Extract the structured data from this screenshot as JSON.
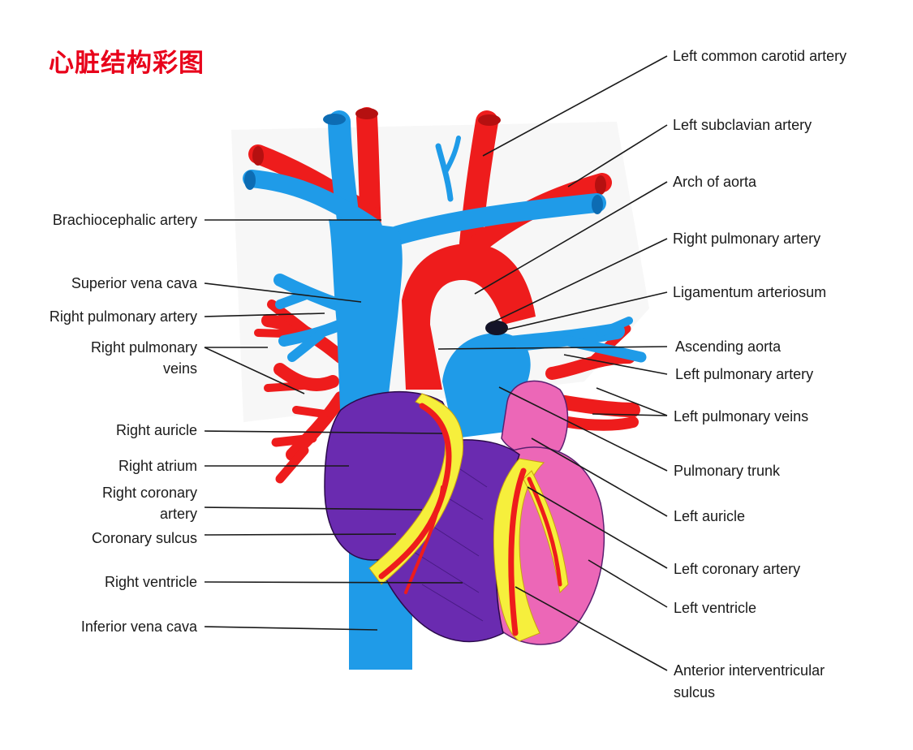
{
  "title": "心脏结构彩图",
  "colors": {
    "artery": "#ee1c1c",
    "vein": "#1f9be8",
    "ventricle_right": "#6a2bb0",
    "atrium": "#6a2bb0",
    "left_ventricle": "#ec67b7",
    "fat": "#f6ef3c",
    "leader": "#1a1a1a"
  },
  "labels_left": {
    "brachiocephalic_artery": "Brachiocephalic artery",
    "superior_vena_cava": "Superior vena cava",
    "right_pulmonary_artery": "Right pulmonary artery",
    "right_pulmonary_veins_1": "Right pulmonary",
    "right_pulmonary_veins_2": "veins",
    "right_auricle": "Right auricle",
    "right_atrium": "Right atrium",
    "right_coronary_artery_1": "Right coronary",
    "right_coronary_artery_2": "artery",
    "coronary_sulcus": "Coronary sulcus",
    "right_ventricle": "Right ventricle",
    "inferior_vena_cava": "Inferior vena cava"
  },
  "labels_right": {
    "left_common_carotid_artery": "Left common carotid artery",
    "left_subclavian_artery": "Left subclavian artery",
    "arch_of_aorta": "Arch of aorta",
    "right_pulmonary_artery": "Right pulmonary artery",
    "ligamentum_arteriosum": "Ligamentum arteriosum",
    "ascending_aorta": "Ascending aorta",
    "left_pulmonary_artery": "Left pulmonary artery",
    "left_pulmonary_veins": "Left pulmonary veins",
    "pulmonary_trunk": "Pulmonary trunk",
    "left_auricle": "Left auricle",
    "left_coronary_artery": "Left coronary artery",
    "left_ventricle": "Left ventricle",
    "anterior_interventricular_sulcus_1": "Anterior interventricular",
    "anterior_interventricular_sulcus_2": "sulcus"
  }
}
